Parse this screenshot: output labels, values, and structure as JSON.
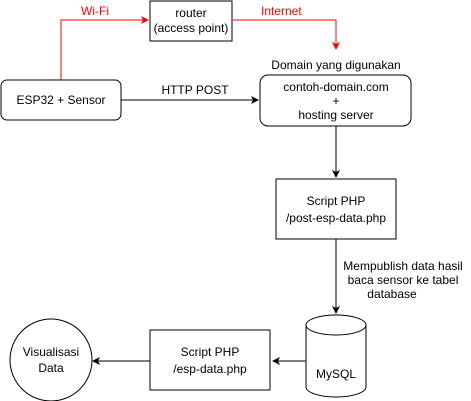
{
  "colors": {
    "stroke": "#000000",
    "red": "#ff0000",
    "background": "#ffffff"
  },
  "nodes": {
    "esp32": {
      "label": "ESP32 + Sensor"
    },
    "router": {
      "line1": "router",
      "line2": "(access point)"
    },
    "domain_caption": "Domain yang digunakan",
    "server": {
      "line1": "contoh-domain.com",
      "line2": "+",
      "line3": "hosting server"
    },
    "post_script": {
      "line1": "Script PHP",
      "line2": "/post-esp-data.php"
    },
    "mysql": {
      "label": "MySQL"
    },
    "esp_script": {
      "line1": "Script PHP",
      "line2": "/esp-data.php"
    },
    "visual": {
      "line1": "Visualisasi",
      "line2": "Data"
    }
  },
  "edges": {
    "wifi": "Wi-Fi",
    "internet": "Internet",
    "http_post": "HTTP POST",
    "publish": {
      "line1": "Mempublish data hasil",
      "line2": "baca sensor ke tabel",
      "line3": "database"
    }
  }
}
